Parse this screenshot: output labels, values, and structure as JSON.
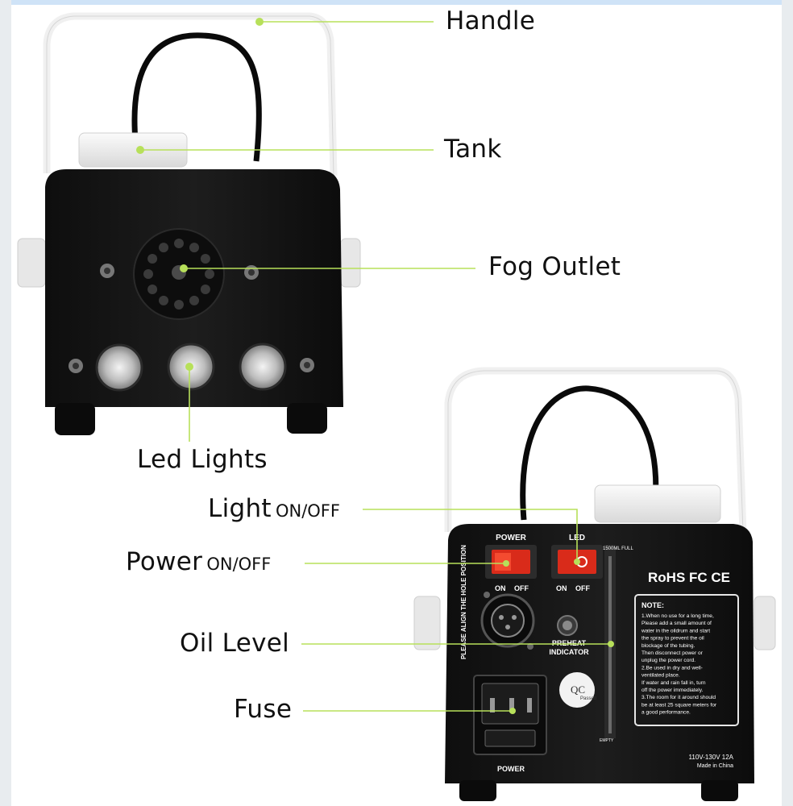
{
  "colors": {
    "leader": "#b7e05a",
    "dot": "#b7e05a",
    "body": "#161616",
    "handle": "#f2f2f2"
  },
  "labels": {
    "handle": "Handle",
    "tank": "Tank",
    "fog_outlet": "Fog Outlet",
    "led_lights": "Led Lights",
    "light_switch": {
      "main": "Light",
      "suffix": "ON/OFF"
    },
    "power_switch": {
      "main": "Power",
      "suffix": "ON/OFF"
    },
    "oil_level": "Oil Level",
    "fuse": "Fuse"
  },
  "rear_panel": {
    "power_switch_label": "POWER",
    "led_switch_label": "LED",
    "on": "ON",
    "off": "OFF",
    "level_full": "1500ML FULL",
    "level_empty": "EMPTY",
    "align_note": "PLEASE ALIGN THE HOLE POSITION",
    "preheat": "PREHEAT",
    "indicator": "INDICATOR",
    "qc": "QC",
    "qc_passed": "Passed",
    "power_inlet": "POWER",
    "certs": "RoHS FC CE",
    "note_title": "NOTE:",
    "note_lines": [
      "1.When no use for a long time,",
      "Please add a small amount of",
      "water in the oildrum and start",
      "the spray to prevent the oil",
      "blockage of the tubing.",
      "Then disconnect power or",
      "unplug the power cord.",
      "2.Be used in dry and well-",
      "ventilated place.",
      "If water and rain fall in, turn",
      "off the power immediately.",
      "3.The room for it around should",
      "be at least 25 square meters for",
      "a good performance."
    ],
    "rating": "110V-130V 12A",
    "made_in": "Made in China"
  }
}
